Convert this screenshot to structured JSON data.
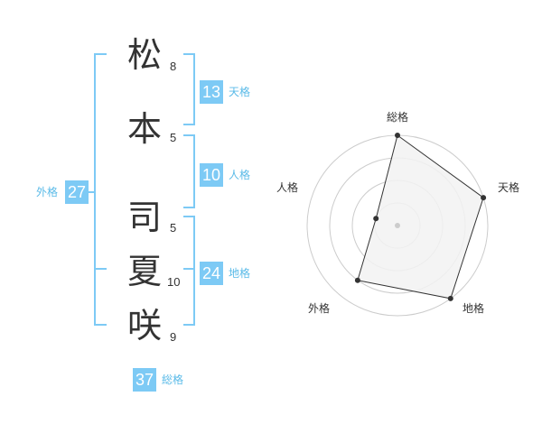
{
  "name": {
    "chars": [
      {
        "char": "松",
        "strokes": "8"
      },
      {
        "char": "本",
        "strokes": "5"
      },
      {
        "char": "司",
        "strokes": "5"
      },
      {
        "char": "夏",
        "strokes": "10"
      },
      {
        "char": "咲",
        "strokes": "9"
      }
    ]
  },
  "kaku": {
    "tenkaku": {
      "value": "13",
      "label": "天格"
    },
    "jinkaku": {
      "value": "10",
      "label": "人格"
    },
    "chikaku": {
      "value": "24",
      "label": "地格"
    },
    "gaikaku": {
      "value": "27",
      "label": "外格"
    },
    "soukaku": {
      "value": "37",
      "label": "総格"
    }
  },
  "colors": {
    "accent": "#7dcaf5",
    "accent_text": "#5bbbe8",
    "text": "#333333",
    "radar_fill": "#f2f2f2",
    "grid": "#cccccc"
  },
  "chart_data": {
    "type": "radar",
    "axes": [
      "総格",
      "天格",
      "地格",
      "外格",
      "人格"
    ],
    "values": [
      4,
      4,
      4,
      3,
      1
    ],
    "max": 4,
    "rings": 4
  }
}
